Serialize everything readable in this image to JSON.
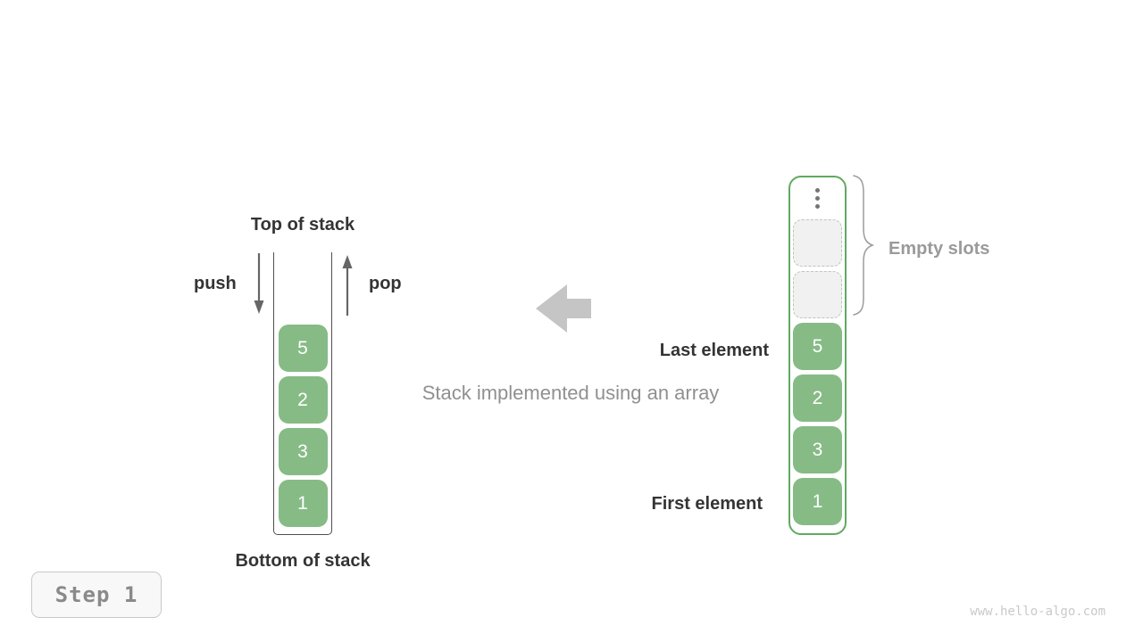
{
  "diagram": {
    "left_stack": {
      "top_label": "Top of stack",
      "push_label": "push",
      "pop_label": "pop",
      "bottom_label": "Bottom of stack",
      "values": [
        "5",
        "2",
        "3",
        "1"
      ]
    },
    "center": {
      "caption": "Stack implemented using an array"
    },
    "right_array": {
      "empty_slots_label": "Empty slots",
      "last_element_label": "Last element",
      "first_element_label": "First element",
      "empty_slot_count": 2,
      "values": [
        "5",
        "2",
        "3",
        "1"
      ]
    }
  },
  "footer": {
    "step_label": "Step 1",
    "watermark": "www.hello-algo.com"
  },
  "colors": {
    "cell_green": "#86bb86",
    "array_border_green": "#60aa60",
    "dark_text": "#343434",
    "gray_text": "#909090",
    "big_arrow_gray": "#c5c5c5",
    "small_arrow_dark": "#666666",
    "empty_slot_bg": "#f1f1f1",
    "empty_slot_border": "#c2c2c2"
  }
}
